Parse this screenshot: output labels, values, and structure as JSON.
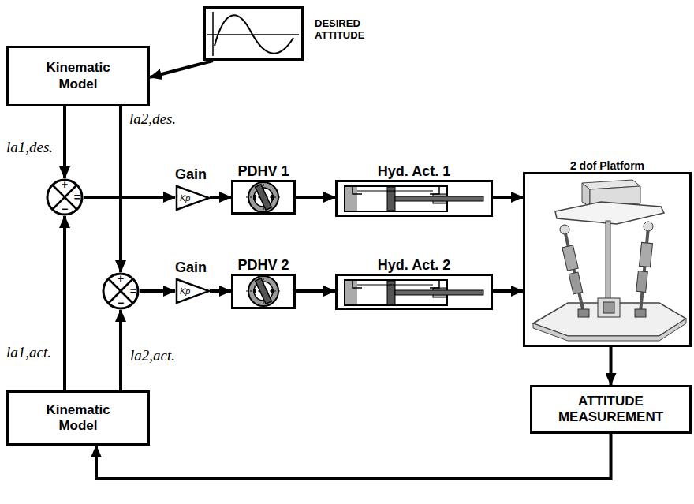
{
  "diagram": {
    "nodes": [
      {
        "text": [
          "DESIRED ATTITUDE"
        ]
      },
      {
        "text": [
          "Kinematic Model"
        ]
      },
      {
        "text": [
          "+",
          "−",
          "="
        ]
      },
      {
        "text": [
          "Gain",
          "Kp"
        ]
      },
      {
        "text": [
          "PDHV 1"
        ]
      },
      {
        "text": [
          "Hyd. Act. 1"
        ]
      },
      {
        "text": [
          "2 dof Platform"
        ]
      },
      {
        "text": [
          "+",
          "−",
          "="
        ]
      },
      {
        "text": [
          "Gain",
          "Kp"
        ]
      },
      {
        "text": [
          "PDHV 2"
        ]
      },
      {
        "text": [
          "Hyd. Act. 2"
        ]
      },
      {
        "text": [
          "ATTITUDE MEASUREMENT"
        ]
      },
      {
        "text": [
          "Kinematic Model"
        ]
      }
    ],
    "edges": [
      {
        "from": 0,
        "to": 1,
        "arrow": "to"
      },
      {
        "from": 1,
        "to": 2,
        "label": "la1,des.",
        "arrow": "to"
      },
      {
        "from": 1,
        "to": 7,
        "label": "la2,des.",
        "arrow": "to"
      },
      {
        "from": 2,
        "to": 3,
        "arrow": "to"
      },
      {
        "from": 3,
        "to": 4,
        "arrow": "to"
      },
      {
        "from": 4,
        "to": 5,
        "arrow": "to"
      },
      {
        "from": 5,
        "to": 6,
        "arrow": "to"
      },
      {
        "from": 7,
        "to": 8,
        "arrow": "to"
      },
      {
        "from": 8,
        "to": 9,
        "arrow": "to"
      },
      {
        "from": 9,
        "to": 10,
        "arrow": "to"
      },
      {
        "from": 10,
        "to": 6,
        "arrow": "to"
      },
      {
        "from": 6,
        "to": 11,
        "arrow": "to"
      },
      {
        "from": 11,
        "to": 12,
        "arrow": "to"
      },
      {
        "from": 12,
        "to": 2,
        "label": "la1,act.",
        "arrow": "to"
      },
      {
        "from": 12,
        "to": 7,
        "label": "la2,act.",
        "arrow": "to"
      }
    ]
  }
}
